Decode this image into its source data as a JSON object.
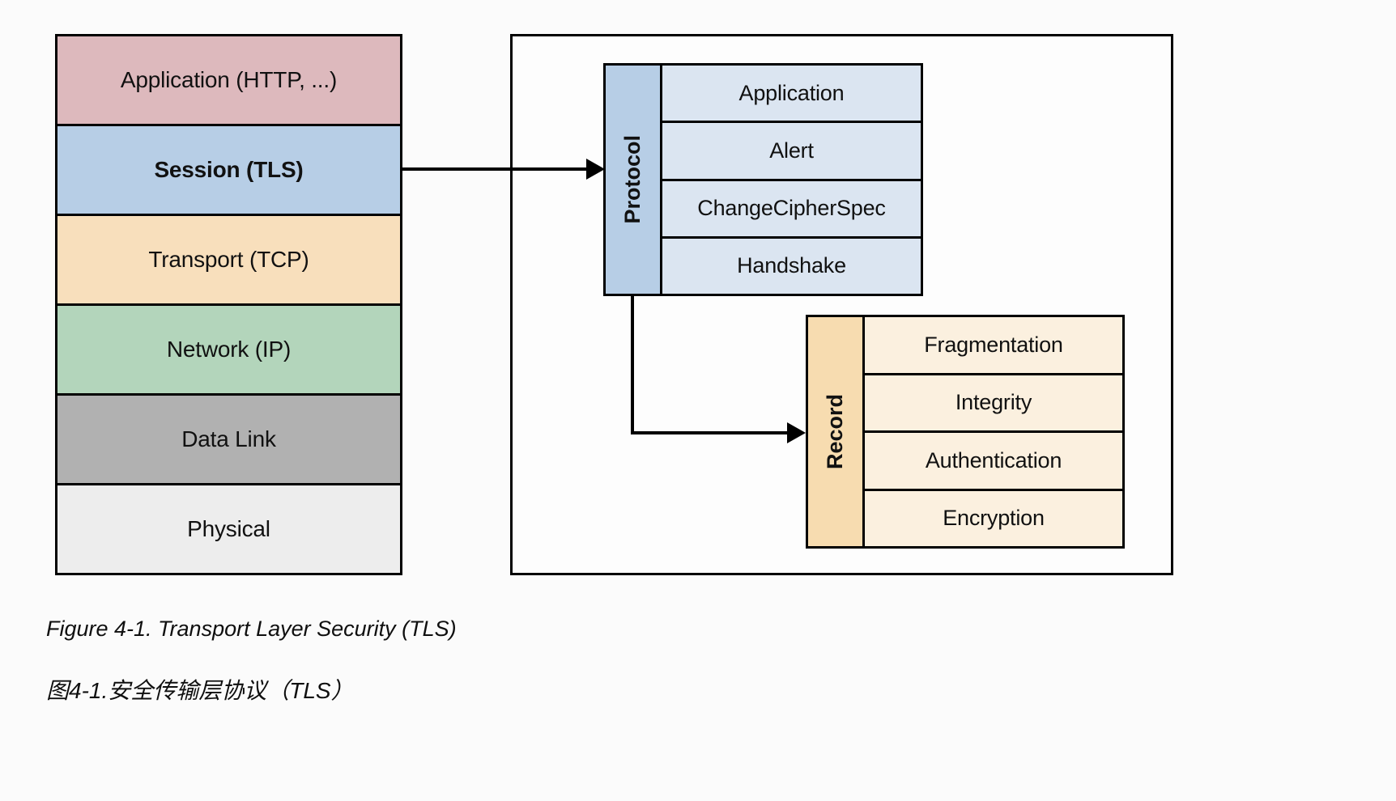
{
  "figure": {
    "caption_en": "Figure 4-1. Transport Layer Security (TLS)",
    "caption_zh": "图4-1.安全传输层协议（TLS）"
  },
  "colors": {
    "border": "#000000",
    "background": "#fbfbfb"
  },
  "stack": {
    "layers": [
      {
        "label": "Application (HTTP, ...)",
        "color": "#ddb9bd"
      },
      {
        "label": "Session (TLS)",
        "color": "#b7cee6"
      },
      {
        "label": "Transport (TCP)",
        "color": "#f8dfbc"
      },
      {
        "label": "Network (IP)",
        "color": "#b3d5bb"
      },
      {
        "label": "Data Link",
        "color": "#b1b1b1"
      },
      {
        "label": "Physical",
        "color": "#ededed"
      }
    ]
  },
  "protocol_box": {
    "label": "Protocol",
    "label_color": "#b7cee6",
    "row_color": "#dbe5f1",
    "rows": [
      "Application",
      "Alert",
      "ChangeCipherSpec",
      "Handshake"
    ]
  },
  "record_box": {
    "label": "Record",
    "label_color": "#f7dcb0",
    "row_color": "#fbf0df",
    "rows": [
      "Fragmentation",
      "Integrity",
      "Authentication",
      "Encryption"
    ]
  }
}
